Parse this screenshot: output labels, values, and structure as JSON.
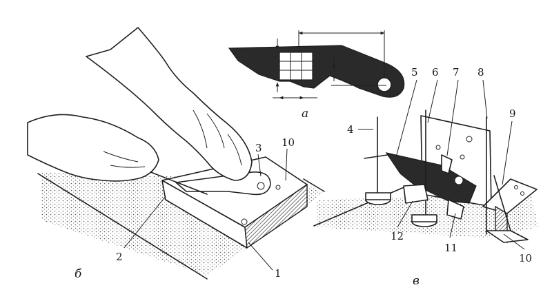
{
  "figure": {
    "panel_labels": {
      "a": "а",
      "b": "б",
      "c": "в"
    },
    "callouts": [
      "1",
      "2",
      "3",
      "4",
      "5",
      "6",
      "7",
      "8",
      "9",
      "10",
      "10",
      "11",
      "12"
    ]
  }
}
